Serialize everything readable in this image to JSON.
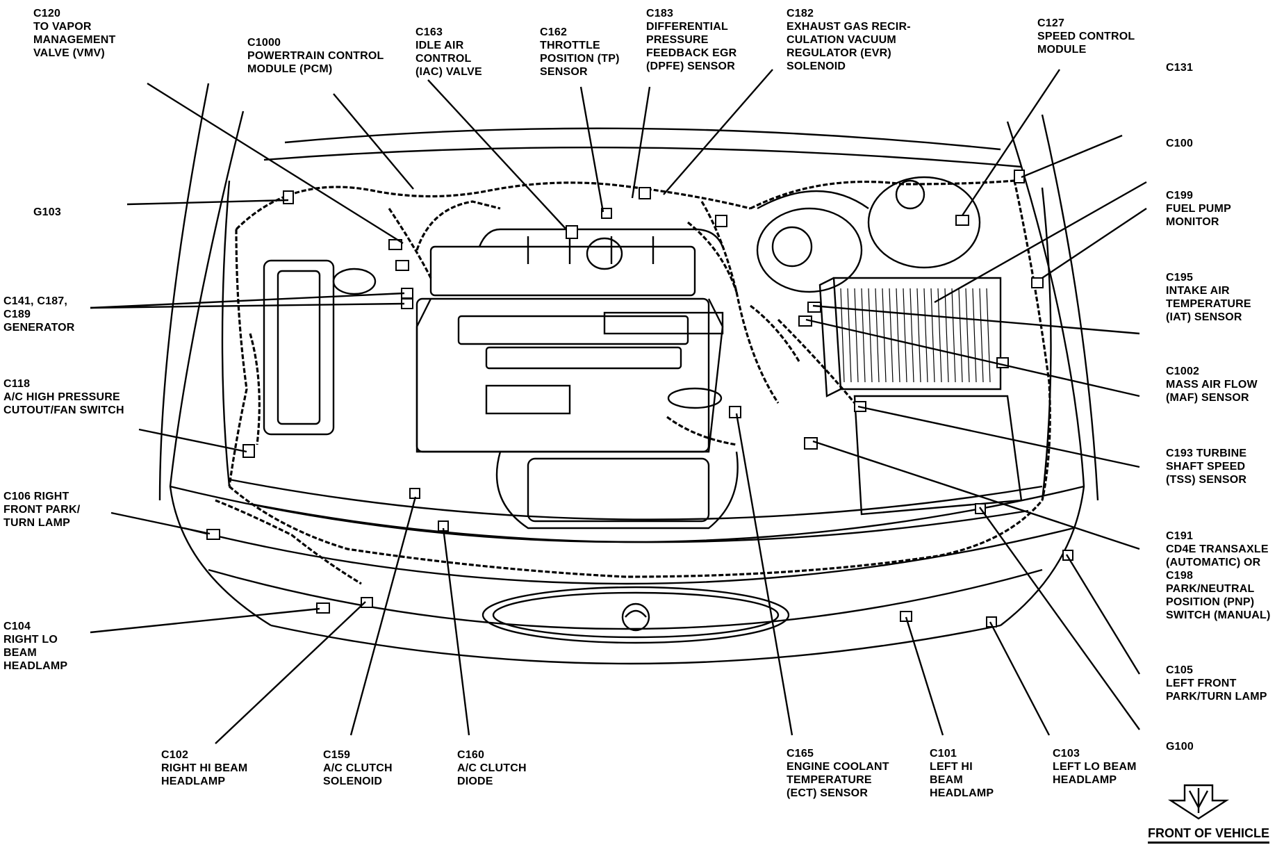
{
  "labels": [
    {
      "id": "c120",
      "text": "C120\nTO VAPOR\nMANAGEMENT\nVALVE (VMV)"
    },
    {
      "id": "c1000",
      "text": "C1000\nPOWERTRAIN CONTROL\nMODULE (PCM)"
    },
    {
      "id": "c163",
      "text": "C163\nIDLE AIR\nCONTROL\n(IAC) VALVE"
    },
    {
      "id": "c162",
      "text": "C162\nTHROTTLE\nPOSITION (TP)\nSENSOR"
    },
    {
      "id": "c183",
      "text": "C183\nDIFFERENTIAL\nPRESSURE\nFEEDBACK EGR\n(DPFE) SENSOR"
    },
    {
      "id": "c182",
      "text": "C182\nEXHAUST GAS RECIR-\nCULATION VACUUM\nREGULATOR (EVR)\nSOLENOID"
    },
    {
      "id": "c127",
      "text": "C127\nSPEED CONTROL\nMODULE"
    },
    {
      "id": "c131",
      "text": "C131"
    },
    {
      "id": "c100",
      "text": "C100"
    },
    {
      "id": "c199",
      "text": "C199\nFUEL PUMP\nMONITOR"
    },
    {
      "id": "c195",
      "text": "C195\nINTAKE AIR\nTEMPERATURE\n(IAT) SENSOR"
    },
    {
      "id": "c1002",
      "text": "C1002\nMASS AIR FLOW\n(MAF) SENSOR"
    },
    {
      "id": "c193",
      "text": "C193 TURBINE\nSHAFT SPEED\n(TSS) SENSOR"
    },
    {
      "id": "c191",
      "text": "C191\nCD4E TRANSAXLE\n(AUTOMATIC) OR\nC198\nPARK/NEUTRAL\nPOSITION (PNP)\nSWITCH (MANUAL)"
    },
    {
      "id": "c105",
      "text": "C105\nLEFT FRONT\nPARK/TURN LAMP"
    },
    {
      "id": "g100",
      "text": "G100"
    },
    {
      "id": "g103",
      "text": "G103"
    },
    {
      "id": "c141",
      "text": "C141, C187,\nC189\nGENERATOR"
    },
    {
      "id": "c118",
      "text": "C118\nA/C HIGH PRESSURE\nCUTOUT/FAN SWITCH"
    },
    {
      "id": "c106",
      "text": "C106 RIGHT\nFRONT PARK/\nTURN LAMP"
    },
    {
      "id": "c104",
      "text": "C104\nRIGHT LO\nBEAM\nHEADLAMP"
    },
    {
      "id": "c102",
      "text": "C102\nRIGHT HI BEAM\nHEADLAMP"
    },
    {
      "id": "c159",
      "text": "C159\nA/C CLUTCH\nSOLENOID"
    },
    {
      "id": "c160",
      "text": "C160\nA/C CLUTCH\nDIODE"
    },
    {
      "id": "c165",
      "text": "C165\nENGINE COOLANT\nTEMPERATURE\n(ECT) SENSOR"
    },
    {
      "id": "c101",
      "text": "C101\nLEFT HI\nBEAM\nHEADLAMP"
    },
    {
      "id": "c103",
      "text": "C103\nLEFT LO BEAM\nHEADLAMP"
    }
  ],
  "front_of_vehicle": "FRONT OF VEHICLE"
}
